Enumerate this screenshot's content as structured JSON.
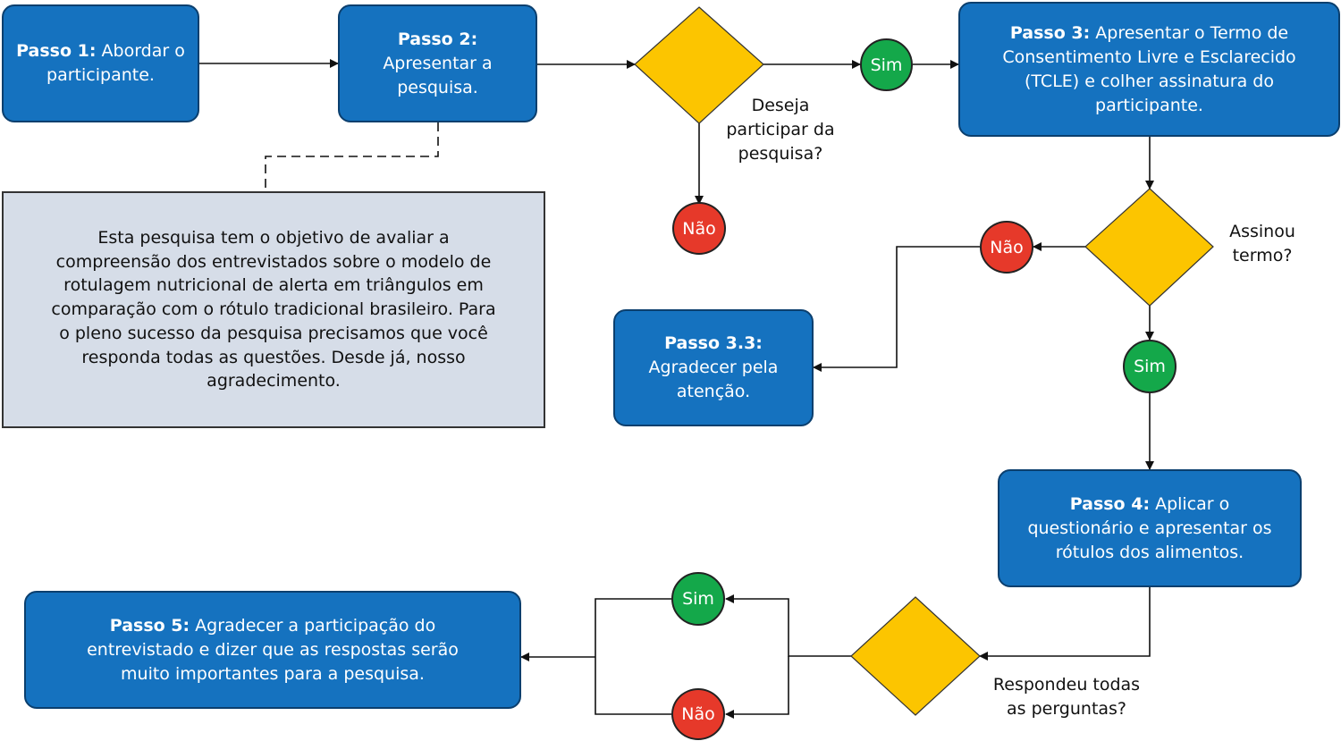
{
  "steps": {
    "s1": {
      "bold": "Passo 1:",
      "text": " Abordar o participante."
    },
    "s2": {
      "bold": "Passo 2:",
      "text": "Apresentar a pesquisa."
    },
    "s3": {
      "bold": "Passo 3:",
      "text": " Apresentar o Termo de Consentimento Livre e Esclarecido (TCLE) e colher assinatura do participante."
    },
    "s33": {
      "bold": "Passo 3.3:",
      "text": "Agradecer pela atenção."
    },
    "s4": {
      "bold": "Passo 4:",
      "text": " Aplicar o questionário e apresentar os rótulos dos alimentos."
    },
    "s5": {
      "bold": "Passo 5:",
      "text": " Agradecer a participação do entrevistado e dizer que as respostas serão muito importantes para a pesquisa."
    }
  },
  "note": "Esta pesquisa tem o objetivo de avaliar a compreensão dos entrevistados sobre o modelo de rotulagem nutricional de alerta em triângulos em comparação com o rótulo tradicional brasileiro. Para o pleno sucesso da pesquisa precisamos que você responda todas as questões. Desde já, nosso agradecimento.",
  "decisions": {
    "d1": "Deseja participar da pesquisa?",
    "d2": "Assinou termo?",
    "d3": "Respondeu todas as perguntas?"
  },
  "answers": {
    "yes": "Sim",
    "no": "Não"
  },
  "colors": {
    "step_fill": "#1572bf",
    "decision_fill": "#fcc500",
    "yes_fill": "#14a84a",
    "no_fill": "#e6392a",
    "note_fill": "#d6dde8"
  }
}
